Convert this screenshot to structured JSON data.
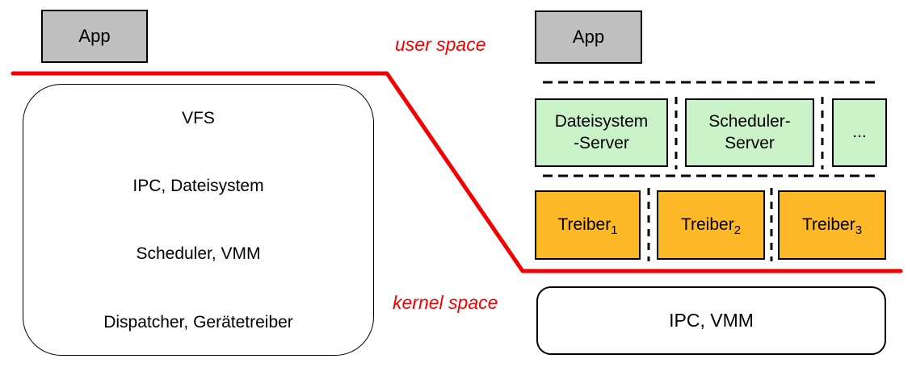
{
  "colors": {
    "red": "#F40000",
    "gray": "#BFBFBF",
    "green": "#C9F2C9",
    "orange": "#FCB827"
  },
  "labels": {
    "user_space": "user space",
    "kernel_space": "kernel space"
  },
  "monolithic": {
    "app_label": "App",
    "layers": [
      "VFS",
      "IPC, Dateisystem",
      "Scheduler, VMM",
      "Dispatcher, Gerätetreiber"
    ]
  },
  "microkernel": {
    "app_label": "App",
    "servers": [
      {
        "line1": "Dateisystem",
        "line2": "-Server"
      },
      {
        "line1": "Scheduler-",
        "line2": "Server"
      },
      {
        "line1": "...",
        "line2": ""
      }
    ],
    "drivers": [
      {
        "name": "Treiber",
        "sub": "1"
      },
      {
        "name": "Treiber",
        "sub": "2"
      },
      {
        "name": "Treiber",
        "sub": "3"
      }
    ],
    "kernel_label": "IPC, VMM"
  }
}
